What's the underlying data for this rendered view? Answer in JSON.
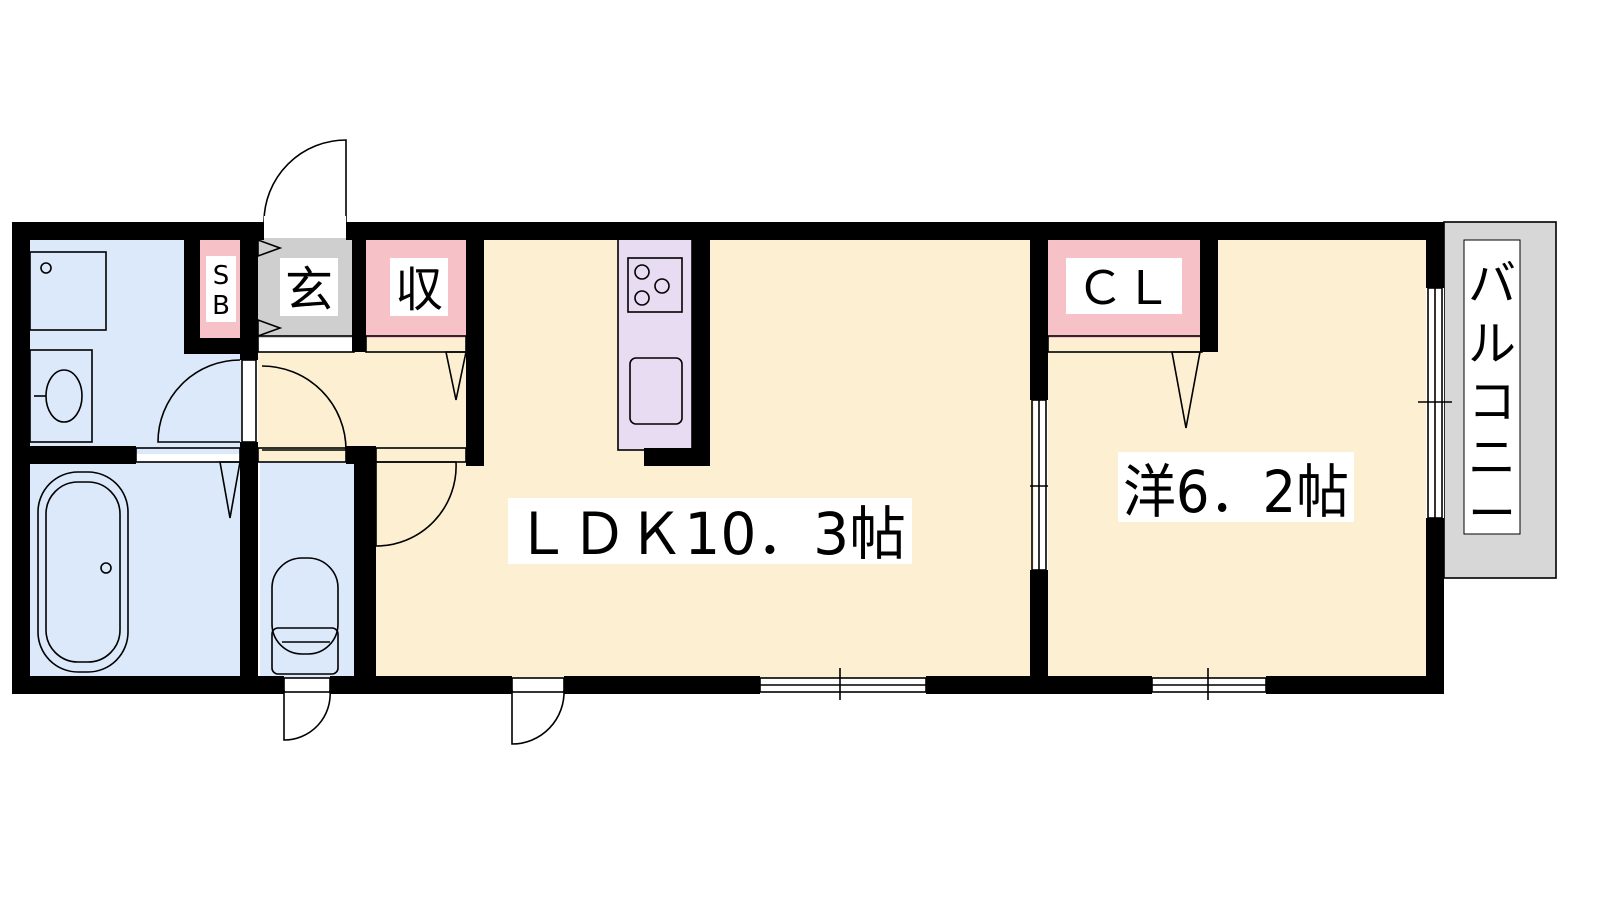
{
  "rooms": {
    "ldk": "ＬＤＫ10．3帖",
    "western": "洋6．2帖",
    "closet": "ＣＬ",
    "storage": "収",
    "entrance": "玄",
    "shoebox_s": "S",
    "shoebox_b": "B",
    "balcony": [
      "バ",
      "ル",
      "コ",
      "ニ",
      "ー"
    ]
  },
  "colors": {
    "living": "#fdf0d2",
    "wet_area": "#dbe9fb",
    "storage": "#f7c1c8",
    "entrance": "#cfcfcf",
    "kitchen": "#e8dcf3",
    "balcony": "#d7d7d7",
    "wall": "#000000"
  }
}
